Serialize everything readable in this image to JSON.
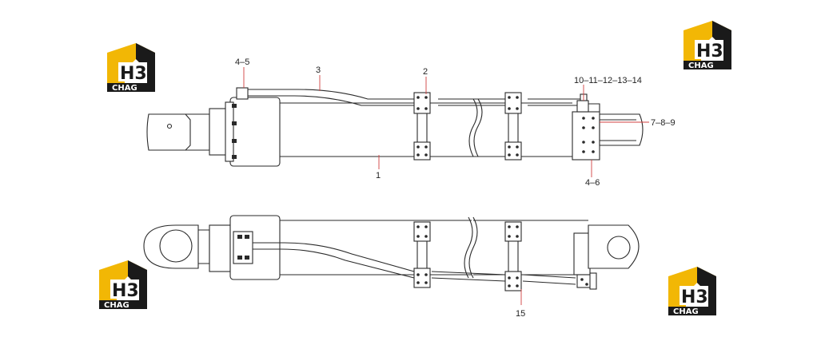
{
  "logo": {
    "mark": "H3",
    "text": "CHAG",
    "color_yellow": "#f2b705",
    "color_dark": "#1a1a1a"
  },
  "callouts": {
    "c1": "1",
    "c2": "2",
    "c3": "3",
    "c45": "4–5",
    "c46": "4–6",
    "c789": "7–8–9",
    "c1014": "10–11–12–13–14",
    "c15": "15"
  }
}
